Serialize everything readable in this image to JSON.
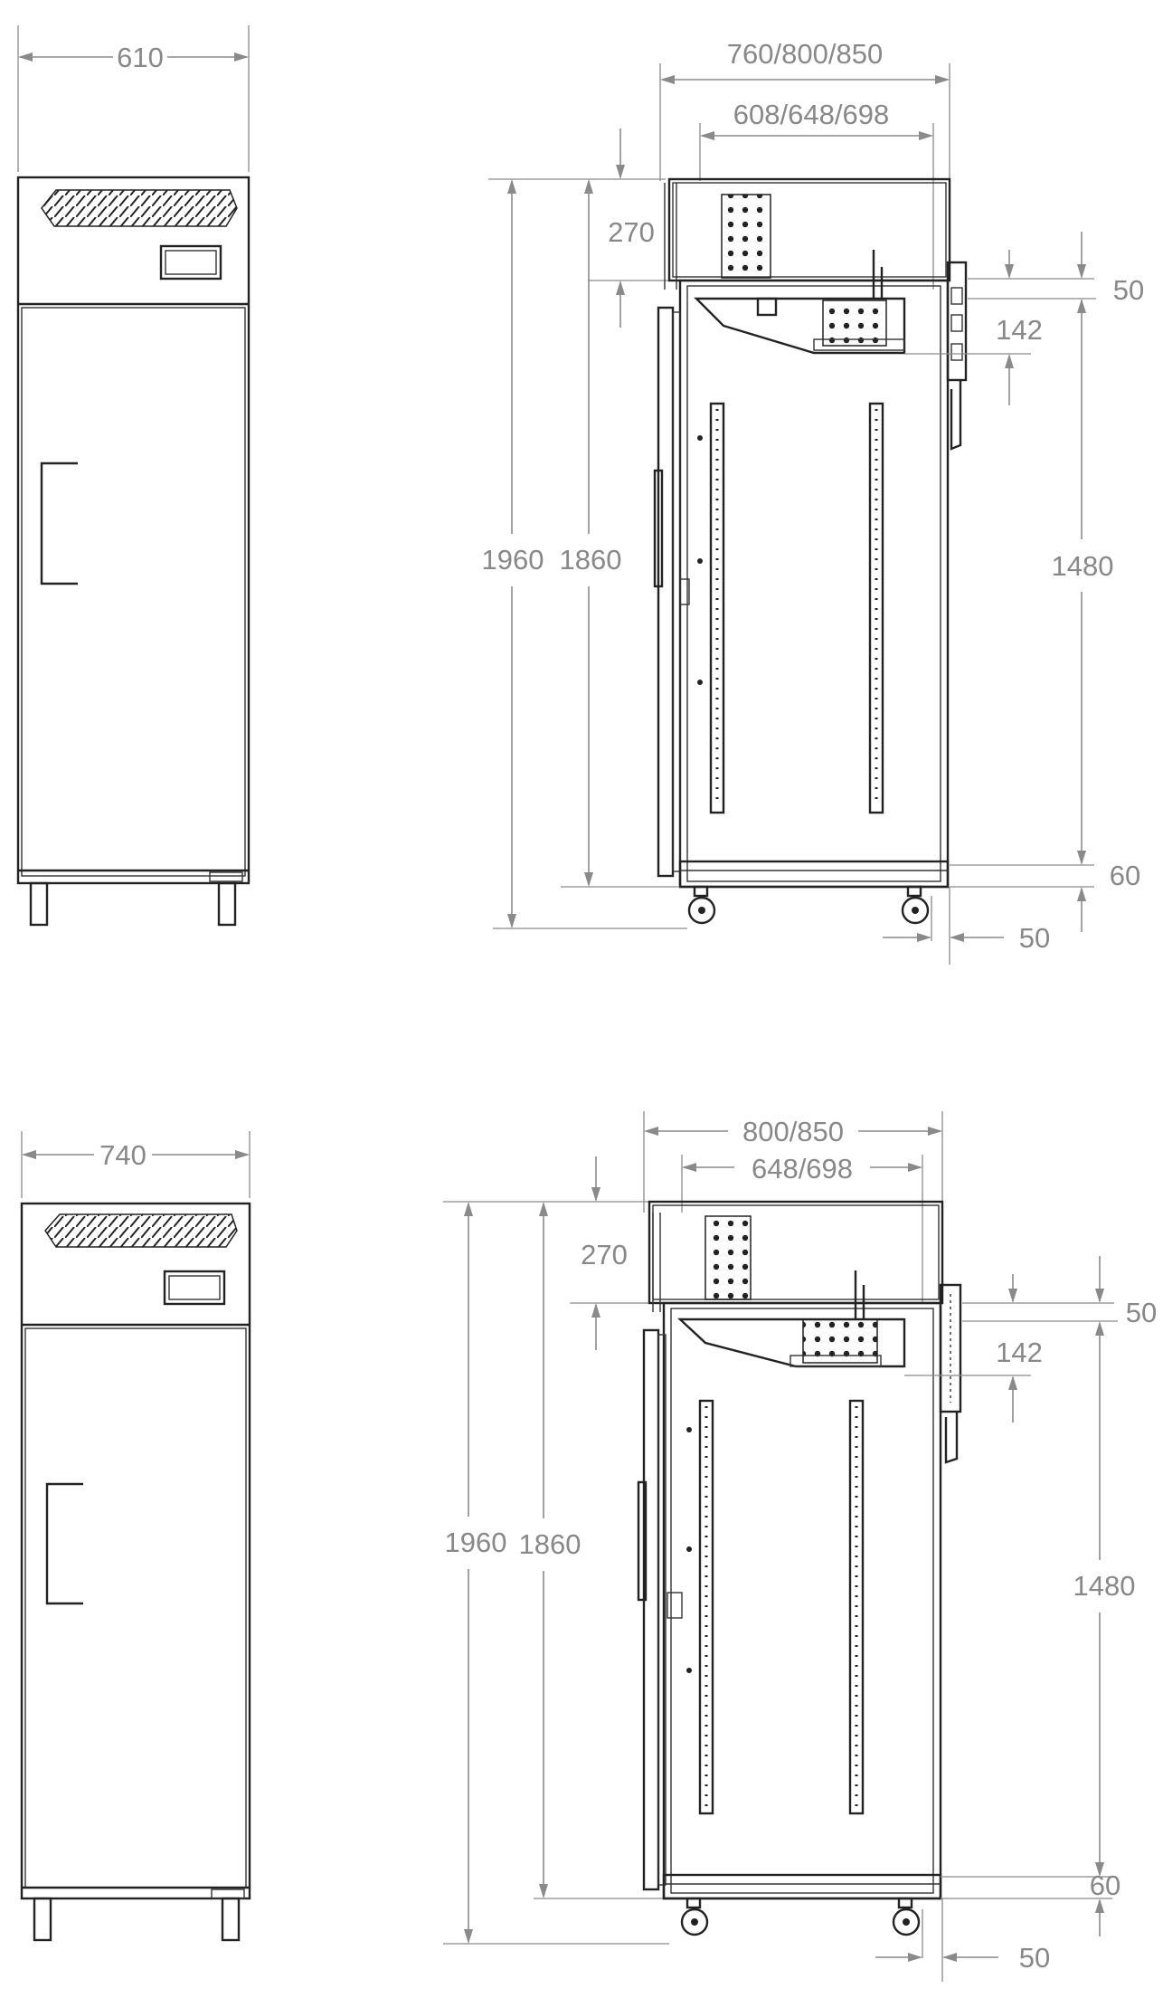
{
  "views": {
    "top_front": {
      "width": "610"
    },
    "top_side": {
      "overall_depth": "760/800/850",
      "inner_depth": "608/648/698",
      "top_unit": "270",
      "total_height": "1960",
      "body_height": "1860",
      "upper_gap": "50",
      "evaporator": "142",
      "shelf_span": "1480",
      "base": "60",
      "rear_offset": "50"
    },
    "bottom_front": {
      "width": "740"
    },
    "bottom_side": {
      "overall_depth": "800/850",
      "inner_depth": "648/698",
      "top_unit": "270",
      "total_height": "1960",
      "body_height": "1860",
      "upper_gap": "50",
      "evaporator": "142",
      "shelf_span": "1480",
      "base": "60",
      "rear_offset": "50"
    }
  },
  "colors": {
    "line": "#222222",
    "dimension": "#8a8a8a",
    "background": "#ffffff"
  }
}
